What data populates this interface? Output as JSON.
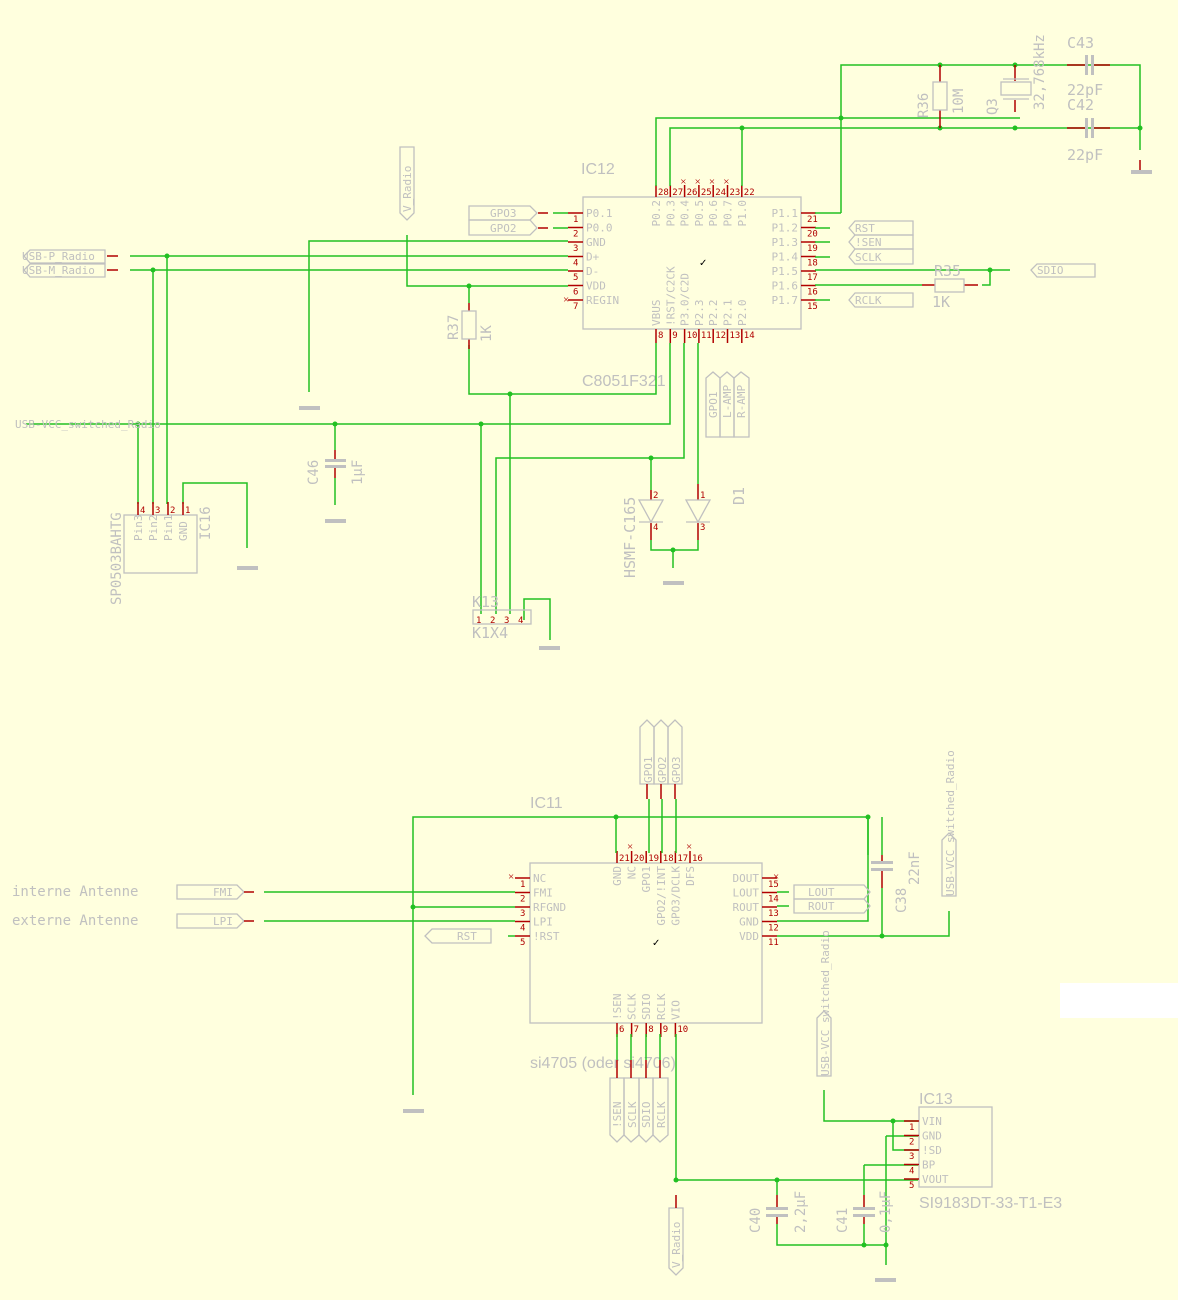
{
  "colors": {
    "background": "#ffffde",
    "wire": "#22c022",
    "pin": "#b00000",
    "outline": "#c0c0c0"
  },
  "ic12": {
    "name": "IC12",
    "value": "C8051F321",
    "left_pins": [
      [
        "1",
        "P0.1"
      ],
      [
        "2",
        "P0.0"
      ],
      [
        "3",
        "GND"
      ],
      [
        "4",
        "D+"
      ],
      [
        "5",
        "D-"
      ],
      [
        "6",
        "VDD"
      ],
      [
        "7",
        "REGIN"
      ]
    ],
    "top_pins": [
      [
        "28",
        "P0.2"
      ],
      [
        "27",
        "P0.3"
      ],
      [
        "26",
        "P0.4"
      ],
      [
        "25",
        "P0.5"
      ],
      [
        "24",
        "P0.6"
      ],
      [
        "23",
        "P0.7"
      ],
      [
        "22",
        "P1.0"
      ]
    ],
    "right_pins": [
      [
        "21",
        "P1.1"
      ],
      [
        "20",
        "P1.2"
      ],
      [
        "19",
        "P1.3"
      ],
      [
        "18",
        "P1.4"
      ],
      [
        "17",
        "P1.5"
      ],
      [
        "16",
        "P1.6"
      ],
      [
        "15",
        "P1.7"
      ]
    ],
    "bottom_pins": [
      [
        "8",
        "VBUS"
      ],
      [
        "9",
        "!RST/C2CK"
      ],
      [
        "10",
        "P3.0/C2D"
      ],
      [
        "11",
        "P2.3"
      ],
      [
        "12",
        "P2.2"
      ],
      [
        "13",
        "P2.1"
      ],
      [
        "14",
        "P2.0"
      ]
    ]
  },
  "ic11": {
    "name": "IC11",
    "value": "si4705 (oder si4706)",
    "left_pins": [
      [
        "1",
        "NC"
      ],
      [
        "2",
        "FMI"
      ],
      [
        "3",
        "RFGND"
      ],
      [
        "4",
        "LPI"
      ],
      [
        "5",
        "!RST"
      ]
    ],
    "top_pins": [
      [
        "21",
        "GND"
      ],
      [
        "20",
        "NC"
      ],
      [
        "19",
        "GPO1"
      ],
      [
        "18",
        "GPO2/!INT"
      ],
      [
        "17",
        "GPO3/DCLK"
      ],
      [
        "16",
        "DFS"
      ]
    ],
    "right_pins": [
      [
        "15",
        "DOUT"
      ],
      [
        "14",
        "LOUT"
      ],
      [
        "13",
        "ROUT"
      ],
      [
        "12",
        "GND"
      ],
      [
        "11",
        "VDD"
      ]
    ],
    "bottom_pins": [
      [
        "6",
        "!SEN"
      ],
      [
        "7",
        "SCLK"
      ],
      [
        "8",
        "SDIO"
      ],
      [
        "9",
        "RCLK"
      ],
      [
        "10",
        "VIO"
      ]
    ]
  },
  "ic13": {
    "name": "IC13",
    "value": "SI9183DT-33-T1-E3",
    "pins": [
      [
        "1",
        "VIN"
      ],
      [
        "2",
        "GND"
      ],
      [
        "3",
        "!SD"
      ],
      [
        "4",
        "BP"
      ],
      [
        "5",
        "VOUT"
      ]
    ]
  },
  "ic16": {
    "name": "IC16",
    "value": "SP0503BAHTG",
    "pins": [
      [
        "4",
        "Pin3"
      ],
      [
        "3",
        "Pin2"
      ],
      [
        "2",
        "Pin1"
      ],
      [
        "1",
        "GND"
      ]
    ]
  },
  "k13": {
    "name": "K13",
    "value": "K1X4",
    "pins": [
      "1",
      "2",
      "3",
      "4"
    ]
  },
  "d1": {
    "name": "D1",
    "value": "HSMF-C165",
    "pins": [
      "2",
      "4",
      "1",
      "3"
    ]
  },
  "passives": {
    "r35": {
      "name": "R35",
      "value": "1K"
    },
    "r36": {
      "name": "R36",
      "value": "10M"
    },
    "r37": {
      "name": "R37",
      "value": "1K"
    },
    "q3": {
      "name": "Q3",
      "value": "32,768kHz"
    },
    "c42": {
      "name": "C42",
      "value": "22pF"
    },
    "c43": {
      "name": "C43",
      "value": "22pF"
    },
    "c46": {
      "name": "C46",
      "value": "1µF"
    },
    "c38": {
      "name": "C38",
      "value": "22nF"
    },
    "c40": {
      "name": "C40",
      "value": "2,2µF"
    },
    "c41": {
      "name": "C41",
      "value": "0,1µF"
    }
  },
  "labels": {
    "usb_p": "USB-P_Radio",
    "usb_m": "USB-M_Radio",
    "usb_vcc": "USB-VCC_switched_Radio",
    "v_radio": "V_Radio",
    "gpo3": "GPO3",
    "gpo2": "GPO2",
    "gpo1": "GPO1",
    "rst": "RST",
    "sen": "!SEN",
    "sclk": "SCLK",
    "sdio": "SDIO",
    "rclk": "RCLK",
    "l_amp": "L-AMP",
    "r_amp": "R-AMP",
    "fmi": "FMI",
    "lpi": "LPI",
    "lout": "LOUT",
    "rout": "ROUT",
    "int_ant": "interne Antenne",
    "ext_ant": "externe Antenne"
  }
}
